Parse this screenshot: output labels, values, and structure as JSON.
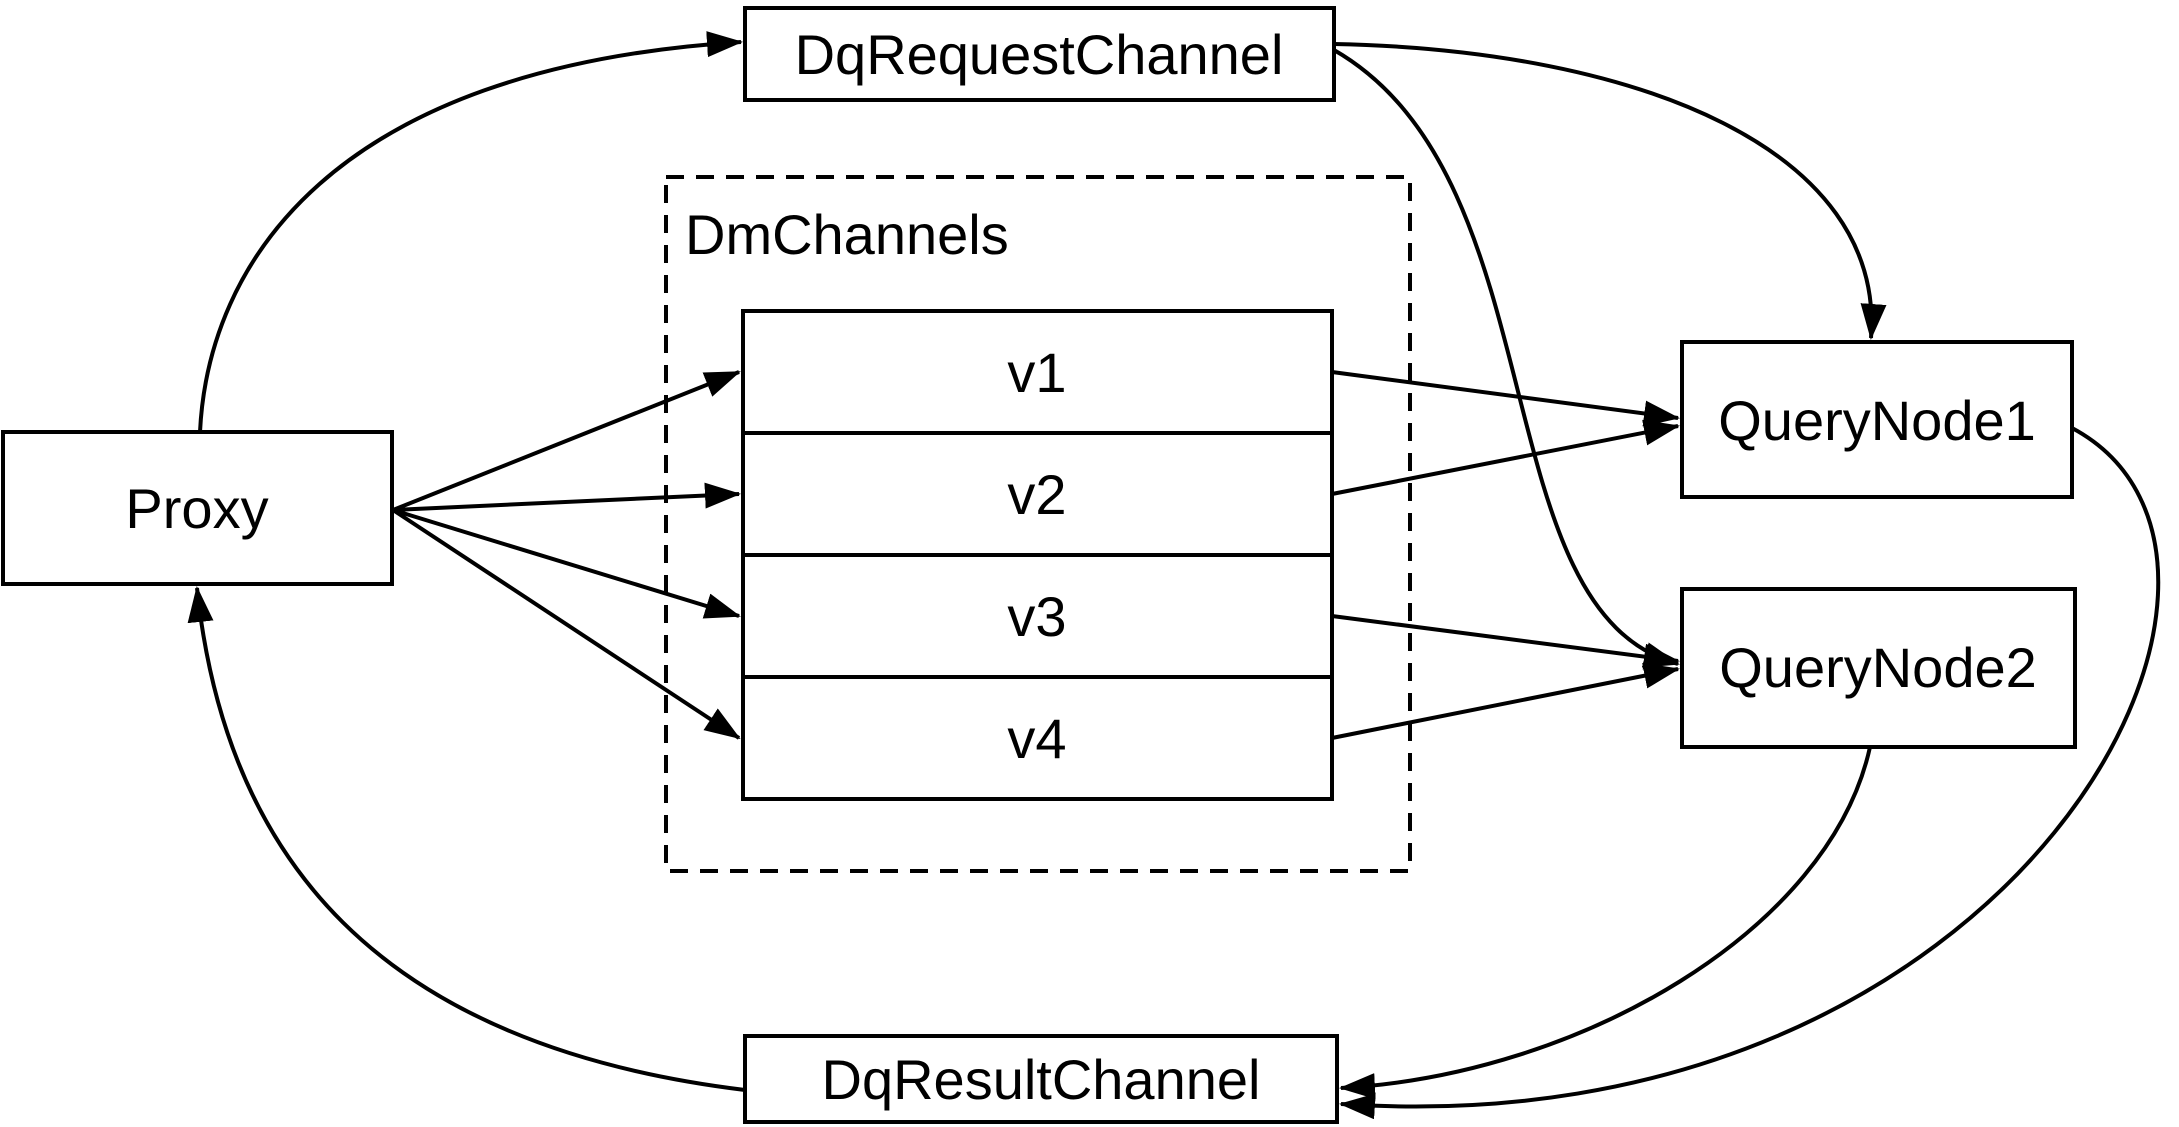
{
  "diagram": {
    "type": "flow-diagram",
    "colors": {
      "background": "#ffffff",
      "stroke": "#000000",
      "text": "#000000"
    },
    "nodes": {
      "proxy": {
        "label": "Proxy"
      },
      "dq_request_channel": {
        "label": "DqRequestChannel"
      },
      "dm_channels_group": {
        "label": "DmChannels"
      },
      "channels": [
        {
          "label": "v1"
        },
        {
          "label": "v2"
        },
        {
          "label": "v3"
        },
        {
          "label": "v4"
        }
      ],
      "query_node1": {
        "label": "QueryNode1"
      },
      "query_node2": {
        "label": "QueryNode2"
      },
      "dq_result_channel": {
        "label": "DqResultChannel"
      }
    },
    "edges": [
      {
        "from": "Proxy",
        "to": "DqRequestChannel"
      },
      {
        "from": "Proxy",
        "to": "v1"
      },
      {
        "from": "Proxy",
        "to": "v2"
      },
      {
        "from": "Proxy",
        "to": "v3"
      },
      {
        "from": "Proxy",
        "to": "v4"
      },
      {
        "from": "v1",
        "to": "QueryNode1"
      },
      {
        "from": "v2",
        "to": "QueryNode1"
      },
      {
        "from": "v3",
        "to": "QueryNode2"
      },
      {
        "from": "v4",
        "to": "QueryNode2"
      },
      {
        "from": "DqRequestChannel",
        "to": "QueryNode1"
      },
      {
        "from": "DqRequestChannel",
        "to": "QueryNode2"
      },
      {
        "from": "QueryNode1",
        "to": "DqResultChannel"
      },
      {
        "from": "QueryNode2",
        "to": "DqResultChannel"
      },
      {
        "from": "DqResultChannel",
        "to": "Proxy"
      }
    ]
  }
}
